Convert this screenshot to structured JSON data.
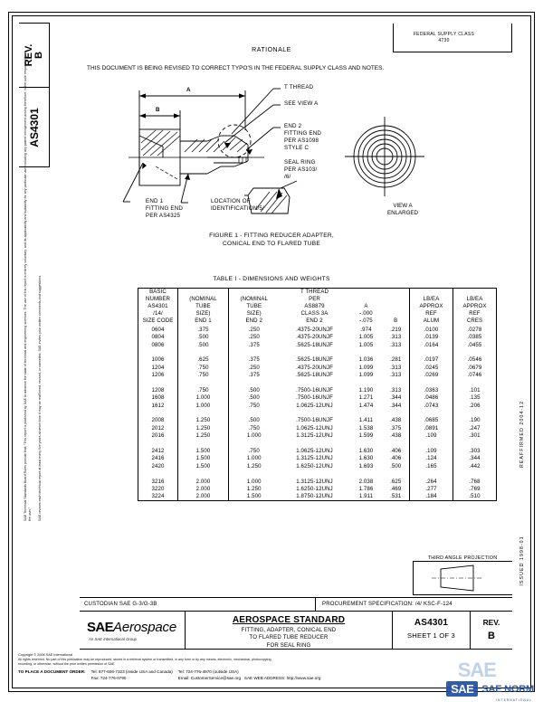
{
  "document": {
    "rev_label": "REV.",
    "rev_value": "B",
    "number": "AS4301",
    "fsc_line1": "FEDERAL SUPPLY CLASS",
    "fsc_line2": "4730"
  },
  "legal": {
    "line1": "SAE Technical Standards Board Rules provide that: “This report is published by SAE to advance the state of technical and engineering sciences. The use of this report is entirely voluntary, and its applicability and suitability for any particular use, including any patent infringement arising therefrom, is the sole responsibility of the user.”",
    "line2": "SAE reviews each technical report at least every five years at which time it may be reaffirmed, revised, or cancelled. SAE invites your written comments and suggestions."
  },
  "rationale": {
    "title": "RATIONALE",
    "body": "THIS DOCUMENT IS BEING REVISED TO CORRECT TYPO'S IN THE FEDERAL SUPPLY CLASS AND NOTES."
  },
  "drawing": {
    "dim_a": "A",
    "dim_b": "B",
    "label_t_thread": "T THREAD",
    "label_see_view_a": "SEE VIEW A",
    "label_end2": "END 2\nFITTING END\nPER AS1098\nSTYLE C",
    "label_seal_ring": "SEAL RING\nPER AS103/\n/6/",
    "label_end1": "END 1\nFITTING END\nPER AS4325",
    "label_identification": "LOCATION OF\nIDENTIFICATION/5/",
    "view_a_enlarged": "VIEW A\nENLARGED",
    "figure_caption_l1": "FIGURE 1 - FITTING REDUCER ADAPTER,",
    "figure_caption_l2": "CONICAL END TO FLARED TUBE"
  },
  "table": {
    "title": "TABLE I - DIMENSIONS AND WEIGHTS",
    "headers": [
      [
        "BASIC",
        "NUMBER",
        "AS4301",
        "/14/",
        "SIZE CODE"
      ],
      [
        "",
        "(NOMINAL",
        "TUBE",
        "SIZE)",
        "END 1"
      ],
      [
        "",
        "(NOMINAL",
        "TUBE",
        "SIZE)",
        "END 2"
      ],
      [
        "T THREAD",
        "PER",
        "AS8879",
        "CLASS 3A",
        "END 2"
      ],
      [
        "",
        "",
        "A",
        "-.000",
        "-.075"
      ],
      [
        "",
        "",
        "B",
        "",
        ""
      ],
      [
        "",
        "LB/EA",
        "APPROX",
        "REF",
        "ALUM"
      ],
      [
        "",
        "LB/EA",
        "APPROX",
        "REF",
        "CRES"
      ]
    ],
    "groups": [
      [
        [
          "0604",
          ".375",
          ".250",
          ".4375-20UNJF",
          ".974",
          ".219",
          ".0100",
          ".0278"
        ],
        [
          "0804",
          ".500",
          ".250",
          ".4375-20UNJF",
          "1.005",
          ".313",
          ".0139",
          ".0385"
        ],
        [
          "0806",
          ".500",
          ".375",
          ".5625-18UNJF",
          "1.005",
          ".313",
          ".0164",
          ".0455"
        ]
      ],
      [
        [
          "1006",
          ".625",
          ".375",
          ".5625-18UNJF",
          "1.036",
          ".281",
          ".0197",
          ".0546"
        ],
        [
          "1204",
          ".750",
          ".250",
          ".4375-20UNJF",
          "1.099",
          ".313",
          ".0245",
          ".0679"
        ],
        [
          "1206",
          ".750",
          ".375",
          ".5625-18UNJF",
          "1.099",
          ".313",
          ".0269",
          ".0746"
        ]
      ],
      [
        [
          "1208",
          ".750",
          ".500",
          ".7500-16UNJF",
          "1.190",
          ".313",
          ".0363",
          ".101"
        ],
        [
          "1608",
          "1.000",
          ".500",
          ".7500-16UNJF",
          "1.271",
          ".344",
          ".0486",
          ".135"
        ],
        [
          "1612",
          "1.000",
          ".750",
          "1.0625-12UNJ",
          "1.474",
          ".344",
          ".0743",
          ".206"
        ]
      ],
      [
        [
          "2008",
          "1.250",
          ".500",
          ".7500-16UNJF",
          "1.411",
          ".438",
          ".0685",
          ".190"
        ],
        [
          "2012",
          "1.250",
          ".750",
          "1.0625-12UNJ",
          "1.538",
          ".375",
          ".0891",
          ".247"
        ],
        [
          "2016",
          "1.250",
          "1.000",
          "1.3125-12UNJ",
          "1.599",
          ".438",
          ".109",
          ".301"
        ]
      ],
      [
        [
          "2412",
          "1.500",
          ".750",
          "1.0625-12UNJ",
          "1.630",
          ".406",
          ".109",
          ".303"
        ],
        [
          "2416",
          "1.500",
          "1.000",
          "1.3125-12UNJ",
          "1.630",
          ".406",
          ".124",
          ".344"
        ],
        [
          "2420",
          "1.500",
          "1.250",
          "1.6250-12UNJ",
          "1.693",
          ".500",
          ".165",
          ".442"
        ]
      ],
      [
        [
          "3216",
          "2.000",
          "1.000",
          "1.3125-12UNJ",
          "2.038",
          ".625",
          ".264",
          ".768"
        ],
        [
          "3220",
          "2.000",
          "1.250",
          "1.6250-12UNJ",
          "1.786",
          ".469",
          ".277",
          ".769"
        ],
        [
          "3224",
          "2.000",
          "1.500",
          "1.8750-12UNJ",
          "1.911",
          ".531",
          ".184",
          ".510"
        ]
      ]
    ]
  },
  "right_margin": {
    "top_label": "PROCUREMENT SPECIFICATION",
    "bottom_label": "ISSUED 1998-01",
    "mid_label": "REAFFIRMED 2004-12"
  },
  "projection": {
    "title": "THIRD ANGLE PROJECTION"
  },
  "custodian": {
    "custodian_text": "CUSTODIAN  SAE G-3/G-3B",
    "procurement_text": "PROCUREMENT SPECIFICATION: /4/ KSC-F-124"
  },
  "title_block": {
    "logo_bold": "SAE",
    "logo_italic": "Aerospace",
    "logo_sub": "An SAE International Group",
    "standard_title": "AEROSPACE STANDARD",
    "subtitle_l1": "FITTING, ADAPTER, CONICAL END",
    "subtitle_l2": "TO FLARED TUBE REDUCER",
    "subtitle_l3": "FOR SEAL RING",
    "doc_number": "AS4301",
    "sheet": "SHEET 1 OF 3",
    "rev_label": "REV.",
    "rev_value": "B"
  },
  "footer": {
    "copyright": "Copyright © 2008 SAE International",
    "rights_l1": "All rights reserved.  No part of this publication may be reproduced, stored in a retrieval system or transmitted, in any form or by any means, electronic, mechanical, photocopying,",
    "rights_l2": "recording, or otherwise, without the prior written permission of SAE.",
    "order_label": "TO PLACE A DOCUMENT ORDER:",
    "tel_inside": "Tel:  877-606-7323 (inside USA and Canada)",
    "tel_outside": "Tel:  724-776-4970 (outside USA)",
    "fax": "Fax:  724-776-0790",
    "email": "Email:  CustomerService@sae.org",
    "web_label": "SAE WEB ADDRESS:",
    "web_value": "http://www.sae.org"
  },
  "watermark": {
    "badge": "SAE",
    "text": "SAE NORM",
    "sub": "INTERNATIONAL"
  },
  "colors": {
    "ink": "#000000",
    "watermark_blue": "#1f4fa3",
    "fade_blue": "#bfd2ea"
  }
}
